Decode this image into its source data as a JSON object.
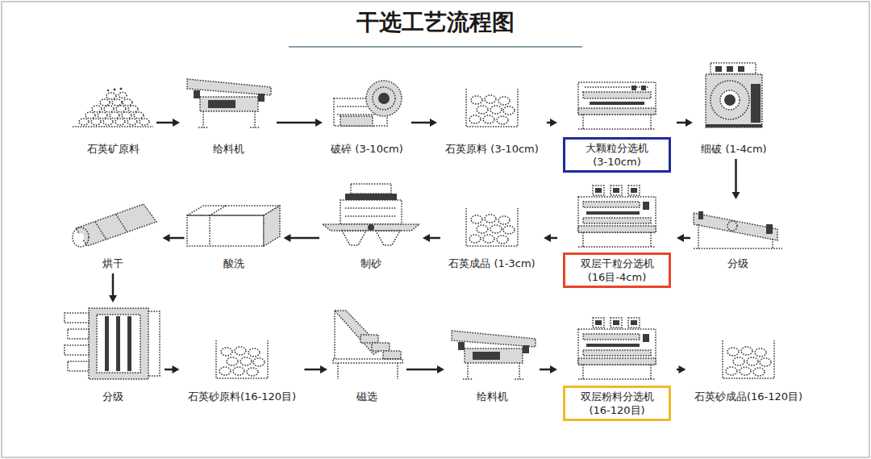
{
  "diagram": {
    "title": "干选工艺流程图",
    "nodes": [
      {
        "text": [
          "石英矿原料"
        ]
      },
      {
        "text": [
          "给料机"
        ]
      },
      {
        "text": [
          "破碎 (3-10cm)"
        ]
      },
      {
        "text": [
          "石英原料 (3-10cm)"
        ]
      },
      {
        "text": [
          "大颗粒分选机 (3-10cm)"
        ]
      },
      {
        "text": [
          "细破 (1-4cm)"
        ]
      },
      {
        "text": [
          "分级"
        ]
      },
      {
        "text": [
          "双层干粒分选机 (16目-4cm)"
        ]
      },
      {
        "text": [
          "石英成品 (1-3cm)"
        ]
      },
      {
        "text": [
          "制砂"
        ]
      },
      {
        "text": [
          "酸洗"
        ]
      },
      {
        "text": [
          "烘干"
        ]
      },
      {
        "text": [
          "分级"
        ]
      },
      {
        "text": [
          "石英砂原料(16-120目)"
        ]
      },
      {
        "text": [
          "磁选"
        ]
      },
      {
        "text": [
          "给料机"
        ]
      },
      {
        "text": [
          "双层粉料分选机 (16-120目)"
        ]
      },
      {
        "text": [
          "石英砂成品(16-120目)"
        ]
      }
    ],
    "edges": [
      {
        "from": 0,
        "to": 1,
        "arrow": "to"
      },
      {
        "from": 1,
        "to": 2,
        "arrow": "to"
      },
      {
        "from": 2,
        "to": 3,
        "arrow": "to"
      },
      {
        "from": 3,
        "to": 4,
        "arrow": "to"
      },
      {
        "from": 4,
        "to": 5,
        "arrow": "to"
      },
      {
        "from": 5,
        "to": 6,
        "arrow": "to"
      },
      {
        "from": 6,
        "to": 7,
        "arrow": "to"
      },
      {
        "from": 7,
        "to": 8,
        "arrow": "to"
      },
      {
        "from": 8,
        "to": 9,
        "arrow": "to"
      },
      {
        "from": 9,
        "to": 10,
        "arrow": "to"
      },
      {
        "from": 10,
        "to": 11,
        "arrow": "to"
      },
      {
        "from": 11,
        "to": 12,
        "arrow": "to"
      },
      {
        "from": 12,
        "to": 13,
        "arrow": "to"
      },
      {
        "from": 13,
        "to": 14,
        "arrow": "to"
      },
      {
        "from": 14,
        "to": 15,
        "arrow": "to"
      },
      {
        "from": 15,
        "to": 16,
        "arrow": "to"
      },
      {
        "from": 16,
        "to": 17,
        "arrow": "to"
      }
    ]
  }
}
